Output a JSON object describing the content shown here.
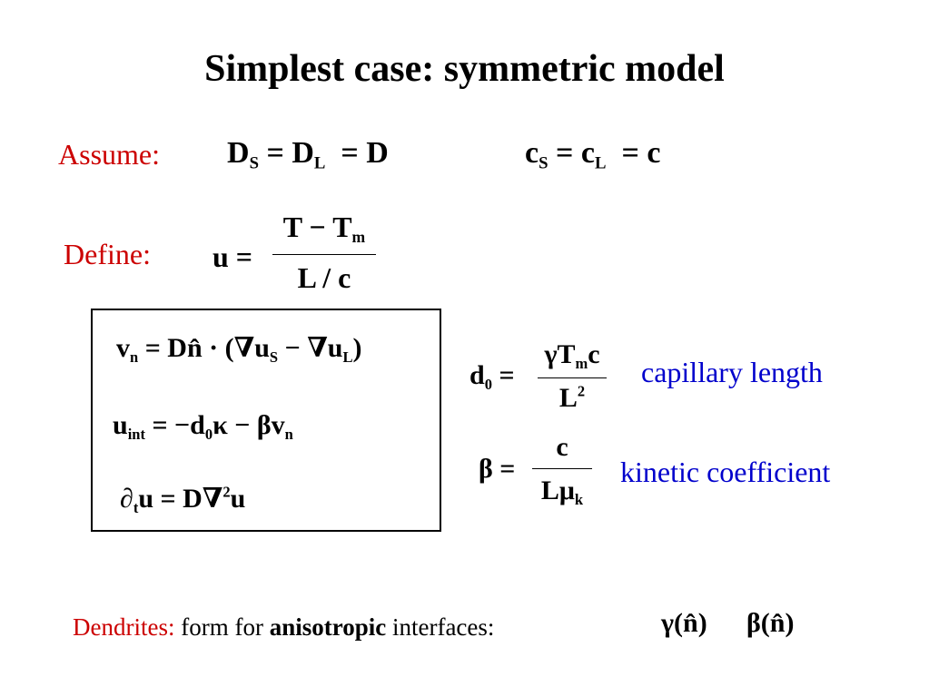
{
  "slide": {
    "title": "Simplest case: symmetric model",
    "assume": {
      "label": "Assume:",
      "eq1": {
        "d": "D",
        "s": "S",
        "eq": "=",
        "d2": "D",
        "l": "L",
        "eq2": "=",
        "rhs": "D"
      },
      "eq2": {
        "c": "c",
        "s": "S",
        "eq": "=",
        "c2": "c",
        "l": "L",
        "eq2": "=",
        "rhs": "c"
      }
    },
    "define": {
      "label": "Define:",
      "lhs": "u =",
      "num": "T − T",
      "num_sub": "m",
      "den": "L / c"
    },
    "box": {
      "eq1": {
        "v": "v",
        "n": "n",
        "body": "= Dn̂ · (∇u",
        "s": "S",
        "mid": " − ∇u",
        "l": "L",
        "close": ")"
      },
      "eq2": {
        "u": "u",
        "int": "int",
        "body": " = −d",
        "zero": "0",
        "rest": "κ − βv",
        "n": "n"
      },
      "eq3": {
        "partial": "∂",
        "t": "t",
        "rest": "u = D∇",
        "sq": "2",
        "end": "u"
      }
    },
    "d0": {
      "lhs": "d",
      "sub": "0",
      "eq": "=",
      "num": "γT",
      "num_sub": "m",
      "num_end": "c",
      "den": "L",
      "den_sup": "2",
      "caption": "capillary length"
    },
    "beta": {
      "lhs": "β =",
      "num": "c",
      "den": "Lμ",
      "den_sub": "k",
      "caption": "kinetic coefficient"
    },
    "bottom": {
      "lead": "Dendrites:",
      "text1": " form for ",
      "bold": "anisotropic",
      "text2": " interfaces:",
      "f1": "γ(n̂)",
      "f2": "β(n̂)"
    }
  },
  "colors": {
    "label_red": "#cc0000",
    "caption_blue": "#0000cc"
  }
}
